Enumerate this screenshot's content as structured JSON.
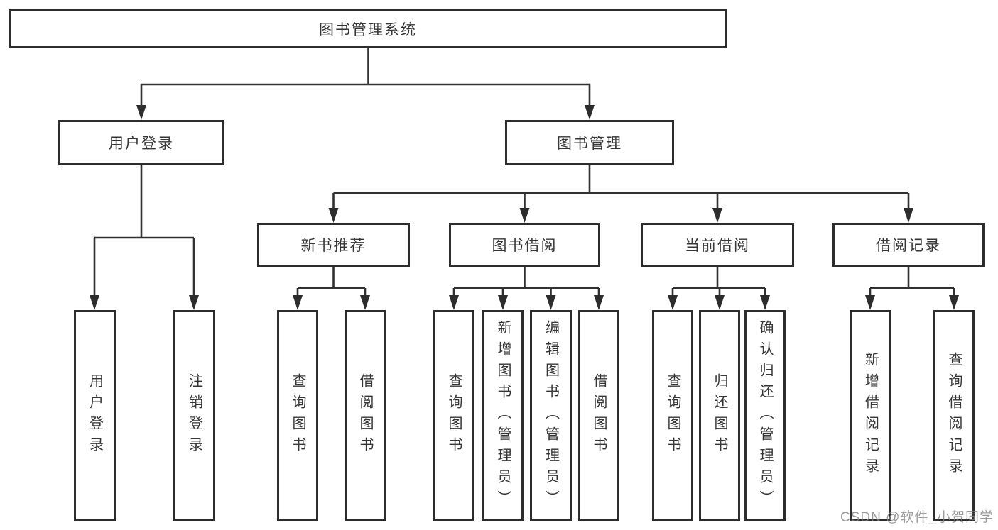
{
  "nodes": {
    "root": "图书管理系统",
    "level1": [
      "用户登录",
      "图书管理"
    ],
    "level2": [
      "新书推荐",
      "图书借阅",
      "当前借阅",
      "借阅记录"
    ],
    "leaves_user": [
      "用户登录",
      "注销登录"
    ],
    "leaves_recommend": [
      "查询图书",
      "借阅图书"
    ],
    "leaves_borrow": [
      "查询图书",
      "新增图书（管理员）",
      "编辑图书（管理员）",
      "借阅图书"
    ],
    "leaves_current": [
      "查询图书",
      "归还图书",
      "确认归还（管理员）"
    ],
    "leaves_records": [
      "新增借阅记录",
      "查询借阅记录"
    ]
  },
  "watermark": "CSDN @软件_小贺同学",
  "colors": {
    "background": "#ffffff",
    "line": "#313131",
    "box_border": "#2d2d2d",
    "text": "#363636",
    "watermark": "#828282"
  }
}
